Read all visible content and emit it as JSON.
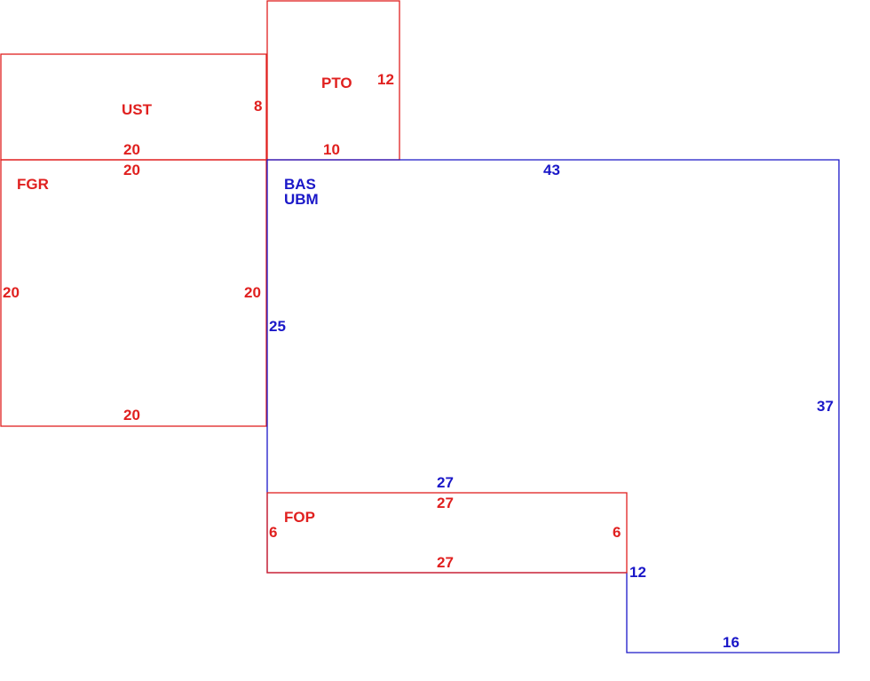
{
  "colors": {
    "accessory": "#e0201f",
    "main": "#1a17c8"
  },
  "areas": {
    "ust": {
      "code": "UST",
      "dims": [
        "20",
        "8"
      ]
    },
    "pto": {
      "code": "PTO",
      "dims": [
        "12",
        "10"
      ]
    },
    "fgr": {
      "code": "FGR",
      "dims": [
        "20",
        "20",
        "20",
        "20"
      ]
    },
    "bas": {
      "codes": [
        "BAS",
        "UBM"
      ],
      "dims": [
        "43",
        "25",
        "37",
        "27",
        "12",
        "16"
      ]
    },
    "fop": {
      "code": "FOP",
      "dims": [
        "27",
        "6",
        "6",
        "27"
      ]
    }
  }
}
